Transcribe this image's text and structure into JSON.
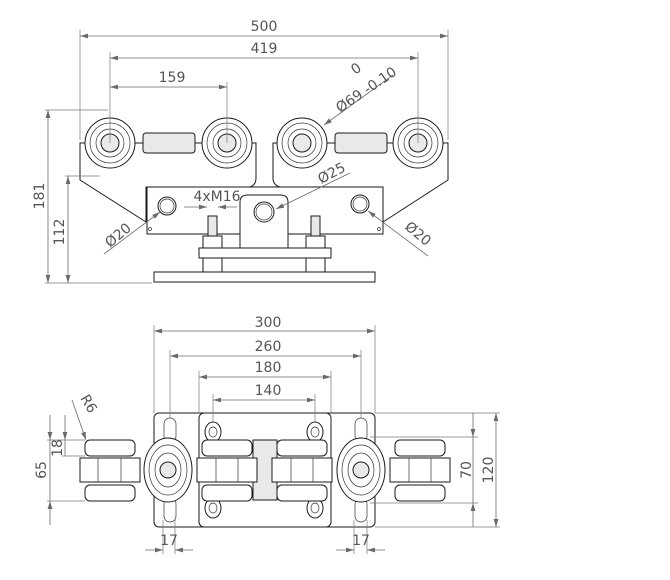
{
  "front_view": {
    "dims": {
      "overall_length": "500",
      "outer_wheel_spacing": "419",
      "wheel_pair_spacing": "159",
      "wheel_diameter": "Ø69 -0.10",
      "wheel_tolerance_upper": "0",
      "pin_diameter": "Ø25",
      "bolts": "4xM16",
      "hole_left": "Ø20",
      "hole_right": "Ø20",
      "overall_height": "181",
      "plate_height": "112"
    }
  },
  "bottom_view": {
    "dims": {
      "plate_length": "300",
      "slot_spacing": "260",
      "inner_plate_length": "180",
      "inner_hole_spacing": "140",
      "radius": "R6",
      "roller_width": "65",
      "roller_flange": "18",
      "wheel_gap": "70",
      "plate_width": "120",
      "slot_offset_left": "17",
      "slot_offset_right": "17"
    }
  }
}
